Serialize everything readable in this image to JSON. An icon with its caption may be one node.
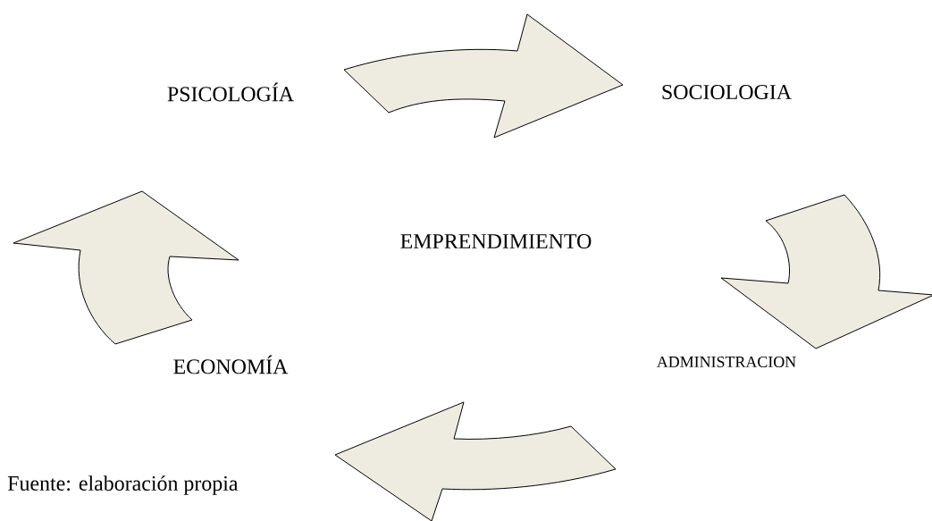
{
  "diagram": {
    "caption": "Fuente: elaboración propia",
    "nodes": [
      {
        "text": [
          "PSICOLOGÍA"
        ]
      },
      {
        "text": [
          "SOCIOLOGIA"
        ]
      },
      {
        "text": [
          "EMPRENDIMIENTO"
        ]
      },
      {
        "text": [
          "ADMINISTRACION"
        ]
      },
      {
        "text": [
          "ECONOMÍA"
        ]
      }
    ],
    "edges": [
      {
        "from": 0,
        "to": 1,
        "arrow": "to"
      },
      {
        "from": 1,
        "to": 3,
        "arrow": "to"
      },
      {
        "from": 3,
        "to": 4,
        "arrow": "to"
      },
      {
        "from": 4,
        "to": 0,
        "arrow": "to"
      }
    ]
  }
}
